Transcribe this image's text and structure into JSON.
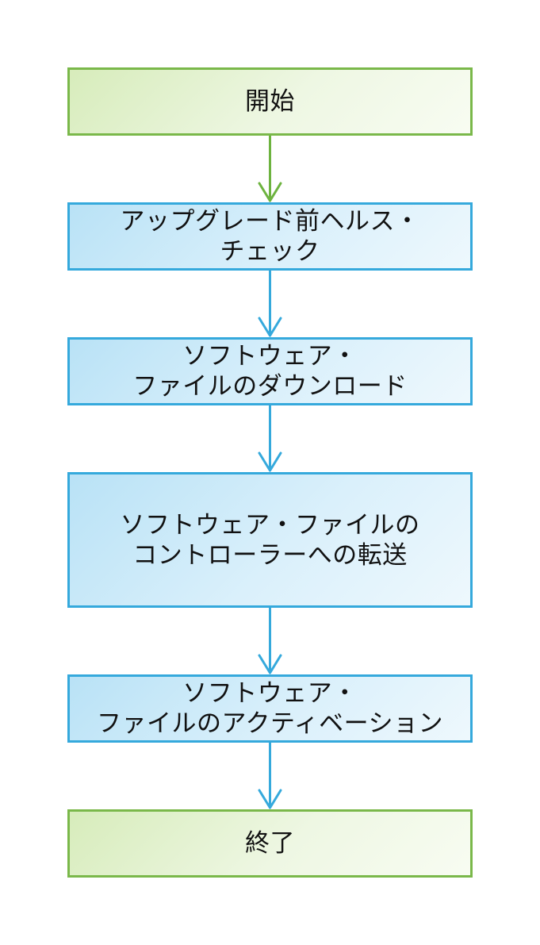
{
  "diagram": {
    "nodes": [
      {
        "id": "start",
        "label": "開始",
        "kind": "terminal"
      },
      {
        "id": "health",
        "label": "アップグレード前ヘルス・\nチェック",
        "kind": "process"
      },
      {
        "id": "download",
        "label": "ソフトウェア・\nファイルのダウンロード",
        "kind": "process"
      },
      {
        "id": "transfer",
        "label": "ソフトウェア・ファイルの\nコントローラーへの転送",
        "kind": "process"
      },
      {
        "id": "activate",
        "label": "ソフトウェア・\nファイルのアクティベーション",
        "kind": "process"
      },
      {
        "id": "end",
        "label": "終了",
        "kind": "terminal"
      }
    ],
    "edges": [
      {
        "from": "start",
        "to": "health"
      },
      {
        "from": "health",
        "to": "download"
      },
      {
        "from": "download",
        "to": "transfer"
      },
      {
        "from": "transfer",
        "to": "activate"
      },
      {
        "from": "activate",
        "to": "end"
      }
    ],
    "colors": {
      "terminal_border": "#7ab84a",
      "terminal_fill": "#e4f2d1",
      "process_border": "#35a9dc",
      "process_fill": "#d4edf9",
      "green_arrow": "#6db33f",
      "blue_arrow": "#35a9dc"
    }
  }
}
